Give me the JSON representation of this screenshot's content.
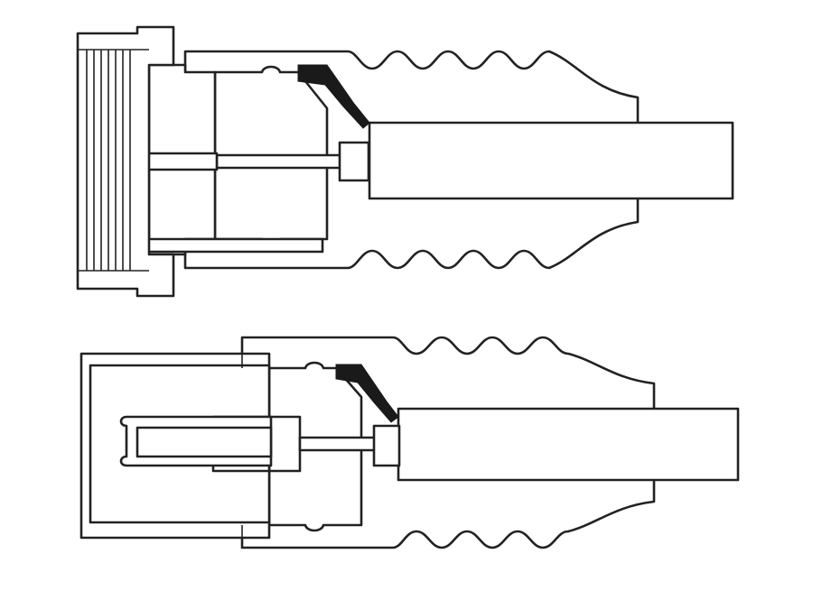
{
  "figure": {
    "colors": {
      "background": "#ffffff",
      "line": "#222222",
      "gasket": "#1a1a1a"
    },
    "views": [
      {
        "id": "top",
        "connector": "threaded-nut-plug"
      },
      {
        "id": "bottom",
        "connector": "pin-plug"
      }
    ]
  }
}
